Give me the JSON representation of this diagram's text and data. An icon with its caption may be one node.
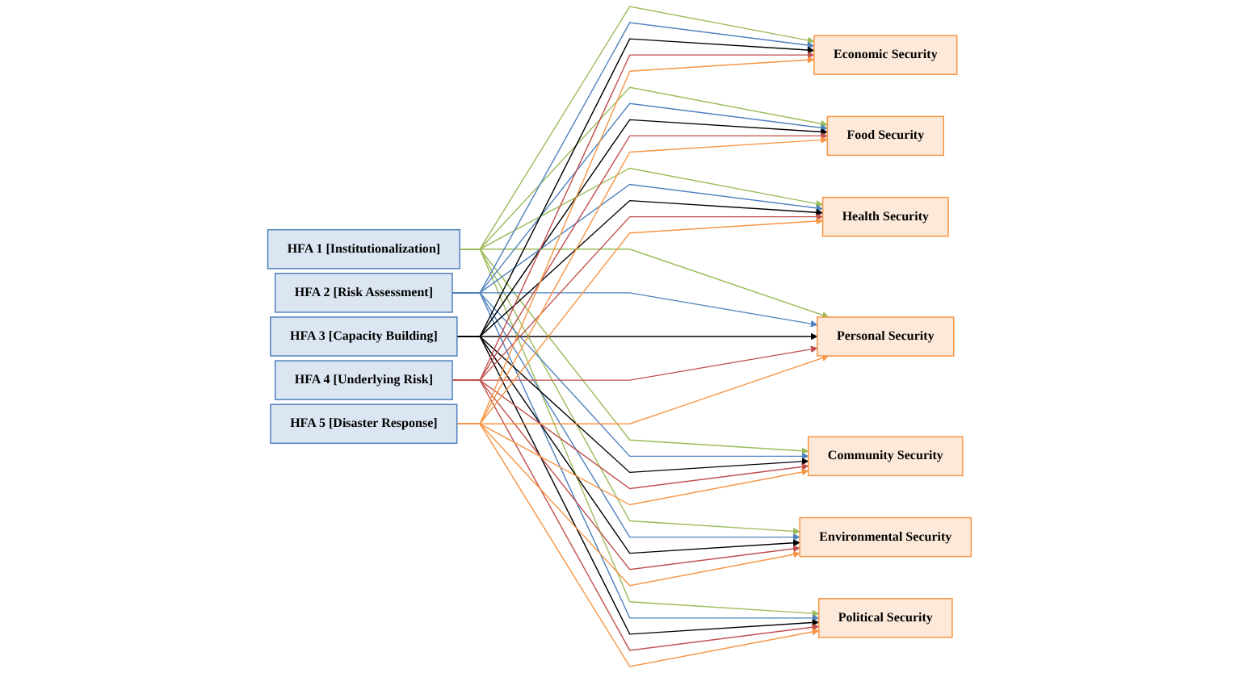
{
  "diagram": {
    "nodes": [
      {
        "text": [
          "HFA 1 [Institutionalization]"
        ]
      },
      {
        "text": [
          "HFA 2 [Risk Assessment]"
        ]
      },
      {
        "text": [
          "HFA 3 [Capacity Building]"
        ]
      },
      {
        "text": [
          "HFA 4 [Underlying Risk]"
        ]
      },
      {
        "text": [
          "HFA 5 [Disaster Response]"
        ]
      },
      {
        "text": [
          "Economic Security"
        ]
      },
      {
        "text": [
          "Food Security"
        ]
      },
      {
        "text": [
          "Health Security"
        ]
      },
      {
        "text": [
          "Personal Security"
        ]
      },
      {
        "text": [
          "Community Security"
        ]
      },
      {
        "text": [
          "Environmental Security"
        ]
      },
      {
        "text": [
          "Political Security"
        ]
      }
    ],
    "edges": [
      {
        "from": 0,
        "to": 5,
        "arrow": "to",
        "color": "#9bbb59"
      },
      {
        "from": 0,
        "to": 6,
        "arrow": "to",
        "color": "#9bbb59"
      },
      {
        "from": 0,
        "to": 7,
        "arrow": "to",
        "color": "#9bbb59"
      },
      {
        "from": 0,
        "to": 8,
        "arrow": "to",
        "color": "#9bbb59"
      },
      {
        "from": 0,
        "to": 9,
        "arrow": "to",
        "color": "#9bbb59"
      },
      {
        "from": 0,
        "to": 10,
        "arrow": "to",
        "color": "#9bbb59"
      },
      {
        "from": 0,
        "to": 11,
        "arrow": "to",
        "color": "#9bbb59"
      },
      {
        "from": 1,
        "to": 5,
        "arrow": "to",
        "color": "#4f81bd"
      },
      {
        "from": 1,
        "to": 6,
        "arrow": "to",
        "color": "#4f81bd"
      },
      {
        "from": 1,
        "to": 7,
        "arrow": "to",
        "color": "#4f81bd"
      },
      {
        "from": 1,
        "to": 8,
        "arrow": "to",
        "color": "#4f81bd"
      },
      {
        "from": 1,
        "to": 9,
        "arrow": "to",
        "color": "#4f81bd"
      },
      {
        "from": 1,
        "to": 10,
        "arrow": "to",
        "color": "#4f81bd"
      },
      {
        "from": 1,
        "to": 11,
        "arrow": "to",
        "color": "#4f81bd"
      },
      {
        "from": 2,
        "to": 5,
        "arrow": "to",
        "color": "#000000"
      },
      {
        "from": 2,
        "to": 6,
        "arrow": "to",
        "color": "#000000"
      },
      {
        "from": 2,
        "to": 7,
        "arrow": "to",
        "color": "#000000"
      },
      {
        "from": 2,
        "to": 8,
        "arrow": "to",
        "color": "#000000"
      },
      {
        "from": 2,
        "to": 9,
        "arrow": "to",
        "color": "#000000"
      },
      {
        "from": 2,
        "to": 10,
        "arrow": "to",
        "color": "#000000"
      },
      {
        "from": 2,
        "to": 11,
        "arrow": "to",
        "color": "#000000"
      },
      {
        "from": 3,
        "to": 5,
        "arrow": "to",
        "color": "#c0504d"
      },
      {
        "from": 3,
        "to": 6,
        "arrow": "to",
        "color": "#c0504d"
      },
      {
        "from": 3,
        "to": 7,
        "arrow": "to",
        "color": "#c0504d"
      },
      {
        "from": 3,
        "to": 8,
        "arrow": "to",
        "color": "#c0504d"
      },
      {
        "from": 3,
        "to": 9,
        "arrow": "to",
        "color": "#c0504d"
      },
      {
        "from": 3,
        "to": 10,
        "arrow": "to",
        "color": "#c0504d"
      },
      {
        "from": 3,
        "to": 11,
        "arrow": "to",
        "color": "#c0504d"
      },
      {
        "from": 4,
        "to": 5,
        "arrow": "to",
        "color": "#f79646"
      },
      {
        "from": 4,
        "to": 6,
        "arrow": "to",
        "color": "#f79646"
      },
      {
        "from": 4,
        "to": 7,
        "arrow": "to",
        "color": "#f79646"
      },
      {
        "from": 4,
        "to": 8,
        "arrow": "to",
        "color": "#f79646"
      },
      {
        "from": 4,
        "to": 9,
        "arrow": "to",
        "color": "#f79646"
      },
      {
        "from": 4,
        "to": 10,
        "arrow": "to",
        "color": "#f79646"
      },
      {
        "from": 4,
        "to": 11,
        "arrow": "to",
        "color": "#f79646"
      }
    ]
  }
}
